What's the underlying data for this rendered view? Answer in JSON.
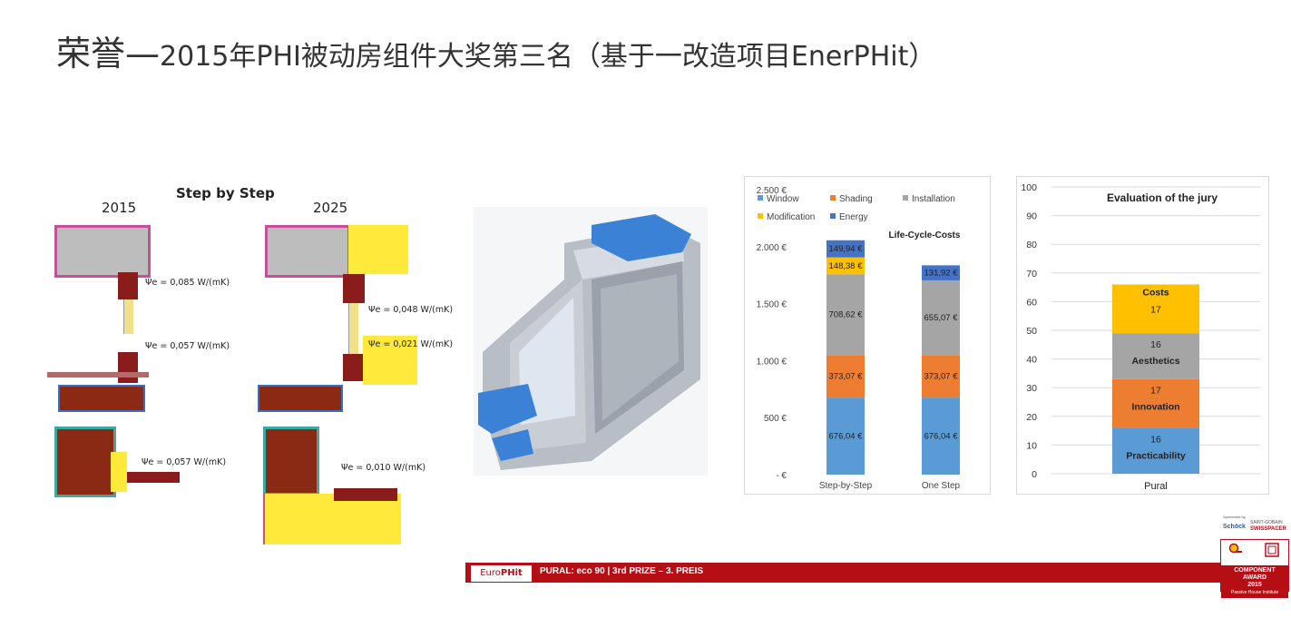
{
  "title": {
    "prefix": "荣誉—",
    "main": "2015年PHI被动房组件大奖第三名（基于一改造项目EnerPHit）"
  },
  "details": {
    "heading": "Step by Step",
    "year_left": "2015",
    "year_right": "2025",
    "psi_values": [
      "Ψe = 0,085 W/(mK)",
      "Ψe = 0,057 W/(mK)",
      "Ψe = 0,057 W/(mK)",
      "Ψe = 0,048 W/(mK)",
      "Ψe = 0,021 W/(mK)",
      "Ψe = 0,010 W/(mK)"
    ]
  },
  "chart_data": [
    {
      "type": "bar",
      "stacked": true,
      "title": "Life-Cycle-Costs",
      "categories": [
        "Step-by-Step",
        "One Step"
      ],
      "series": [
        {
          "name": "Window",
          "color": "#5b9bd5",
          "values": [
            676.04,
            676.04
          ],
          "labels": [
            "676,04 €",
            "676,04 €"
          ]
        },
        {
          "name": "Shading",
          "color": "#ed7d31",
          "values": [
            373.07,
            373.07
          ],
          "labels": [
            "373,07 €",
            "373,07 €"
          ]
        },
        {
          "name": "Installation",
          "color": "#a5a5a5",
          "values": [
            708.62,
            655.07
          ],
          "labels": [
            "708,62 €",
            "655,07 €"
          ]
        },
        {
          "name": "Modification",
          "color": "#ffc000",
          "values": [
            148.38,
            0
          ],
          "labels": [
            "148,38 €",
            ""
          ]
        },
        {
          "name": "Energy",
          "color": "#4472c4",
          "values": [
            149.94,
            131.92
          ],
          "labels": [
            "149,94 €",
            "131,92 €"
          ]
        }
      ],
      "ylim": [
        0,
        2500
      ],
      "yticks": [
        0,
        500,
        1000,
        1500,
        2000,
        2500
      ],
      "ytick_labels": [
        "- €",
        "500 €",
        "1.000 €",
        "1.500 €",
        "2.000 €",
        "2.500 €"
      ],
      "legend": "top"
    },
    {
      "type": "bar",
      "stacked": true,
      "title": "Evaluation of the jury",
      "categories": [
        "Pural"
      ],
      "series": [
        {
          "name": "Practicability",
          "color": "#5b9bd5",
          "values": [
            16
          ],
          "label": "16",
          "sublabel": "Practicability"
        },
        {
          "name": "Innovation",
          "color": "#ed7d31",
          "values": [
            17
          ],
          "label": "17",
          "sublabel": "Innovation"
        },
        {
          "name": "Aesthetics",
          "color": "#a5a5a5",
          "values": [
            16
          ],
          "label": "16",
          "sublabel": "Aesthetics"
        },
        {
          "name": "Costs",
          "color": "#ffc000",
          "values": [
            17
          ],
          "label": "17",
          "sublabel": "Costs"
        }
      ],
      "ylim": [
        0,
        100
      ],
      "yticks": [
        0,
        10,
        20,
        30,
        40,
        50,
        60,
        70,
        80,
        90,
        100
      ],
      "grid": true
    }
  ],
  "footer": {
    "logo_a": "Euro",
    "logo_b": "PHit",
    "text": "PURAL:   eco 90   |   3rd PRIZE – 3. PREIS",
    "award_line1": "COMPONENT",
    "award_line2": "AWARD",
    "award_line3": "2015",
    "award_line4": "Passive House Institute",
    "sponsor_a": "Sponsored by",
    "sponsor_b": "Schöck",
    "sponsor_c": "SAINT-GOBAIN",
    "sponsor_d": "SWISSPACER"
  }
}
